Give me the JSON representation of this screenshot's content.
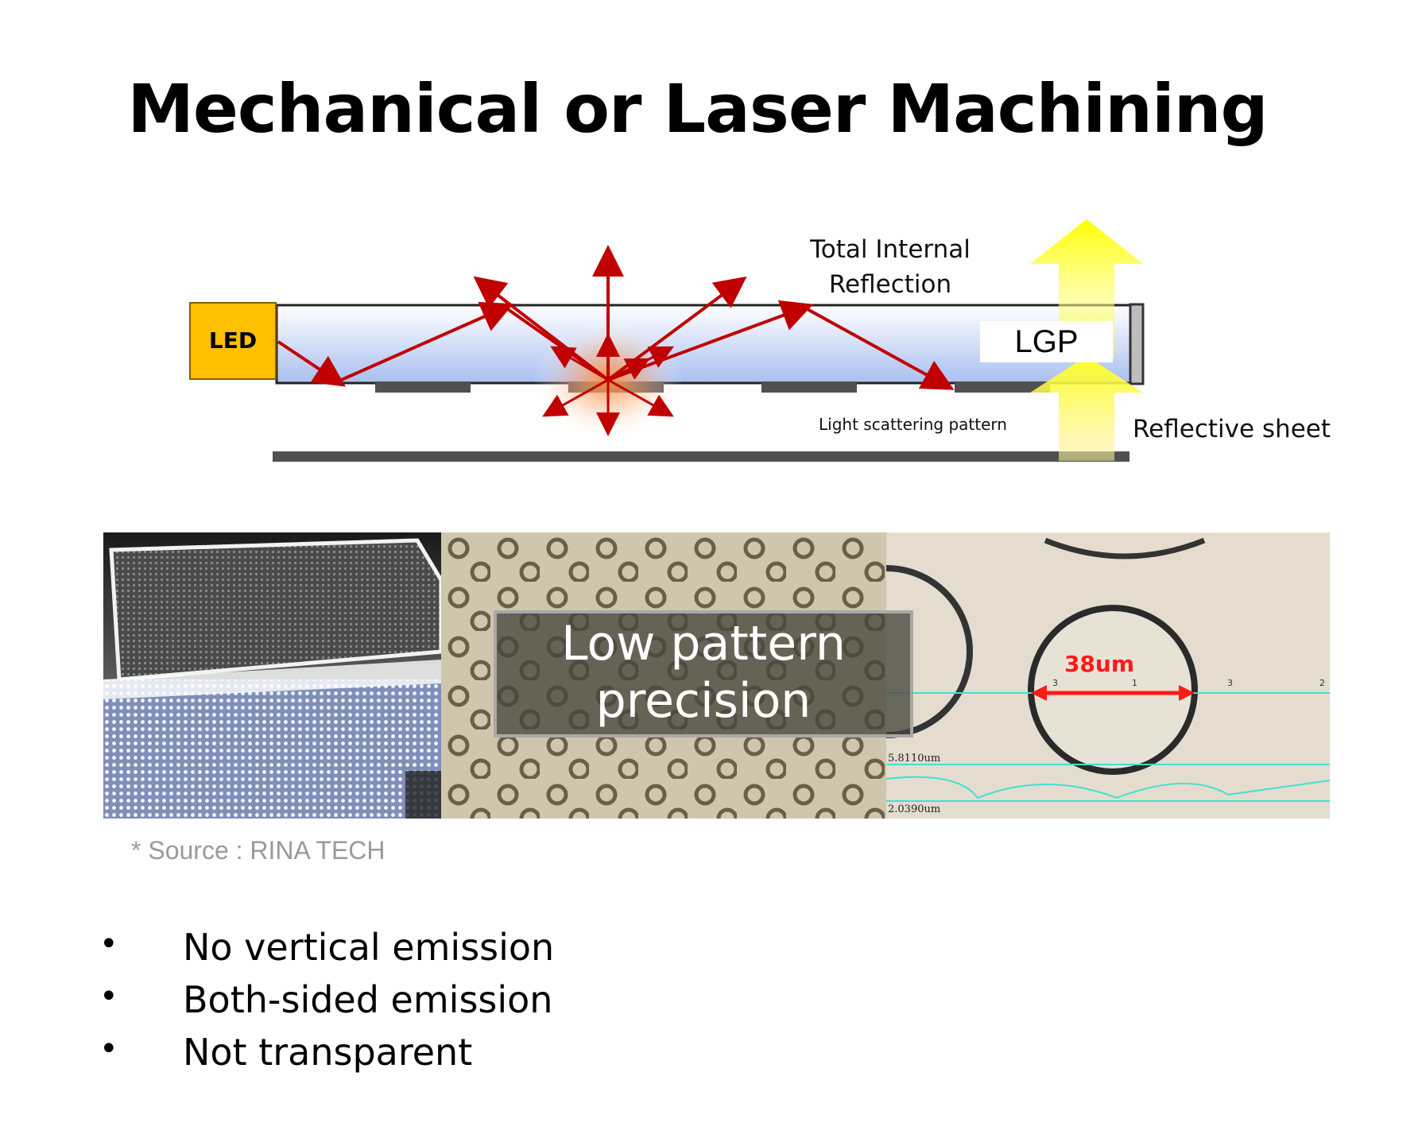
{
  "title": "Mechanical or Laser Machining",
  "diagram": {
    "led_label": "LED",
    "lgp_label": "LGP",
    "tir_label_line1": "Total Internal",
    "tir_label_line2": "Reflection",
    "scatter_label": "Light scattering pattern",
    "reflective_label": "Reflective sheet",
    "colors": {
      "led_fill": "#ffc000",
      "ray": "#c00000",
      "lgp_top": "#ffffff",
      "lgp_bottom": "#a9bff0",
      "pattern": "#505050",
      "emission_arrow": "#ffff00"
    }
  },
  "photos": {
    "overlay_line1": "Low pattern",
    "overlay_line2": "precision",
    "measure_label": "38um",
    "scale_label_1": "5.8110um",
    "scale_label_2": "2.0390um",
    "tick_labels": [
      "3",
      "1",
      "3",
      "2"
    ]
  },
  "source": "* Source : RINA TECH",
  "bullets": [
    "No vertical emission",
    "Both-sided emission",
    "Not transparent"
  ]
}
